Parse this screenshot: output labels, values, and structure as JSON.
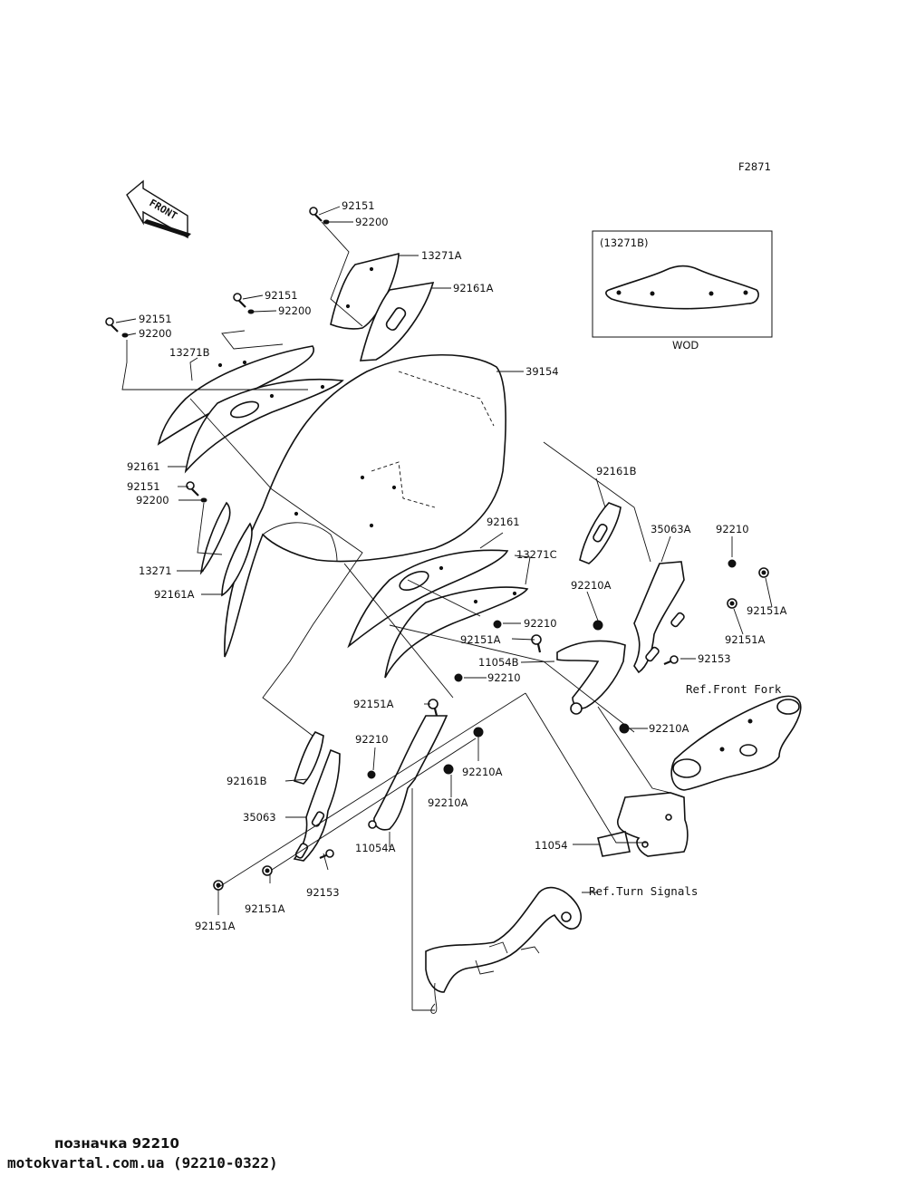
{
  "figure_code": "F2871",
  "front_arrow_text": "FRONT",
  "inset": {
    "title": "(13271B)",
    "note": "WOD"
  },
  "labels": {
    "l01": "92151",
    "l02": "92200",
    "l03": "13271A",
    "l04": "92161A",
    "l05": "92151",
    "l06": "92200",
    "l07": "92151",
    "l08": "92200",
    "l09": "13271B",
    "l10": "39154",
    "l11": "92161",
    "l12": "92151",
    "l13": "92200",
    "l14": "13271",
    "l15": "92161A",
    "l16": "92161B",
    "l17": "92161",
    "l18": "13271C",
    "l19": "35063A",
    "l20": "92210",
    "l21": "92210A",
    "l22": "92151A",
    "l23": "92210",
    "l24": "92151A",
    "l25": "92151A",
    "l26": "92153",
    "l27": "11054B",
    "l28": "92210",
    "l29": "92151A",
    "l30": "92210A",
    "l31": "92210",
    "l32": "92210A",
    "l33": "92161B",
    "l34": "92210A",
    "l35": "35063",
    "l36": "11054A",
    "l37": "92153",
    "l38": "11054",
    "l39": "92151A",
    "l40": "92151A"
  },
  "refs": {
    "front_fork": "Ref.Front Fork",
    "turn_signals": "Ref.Turn Signals"
  },
  "footer": {
    "line1": "позначка 92210",
    "line2": "motokvartal.com.ua (92210-0322)"
  }
}
